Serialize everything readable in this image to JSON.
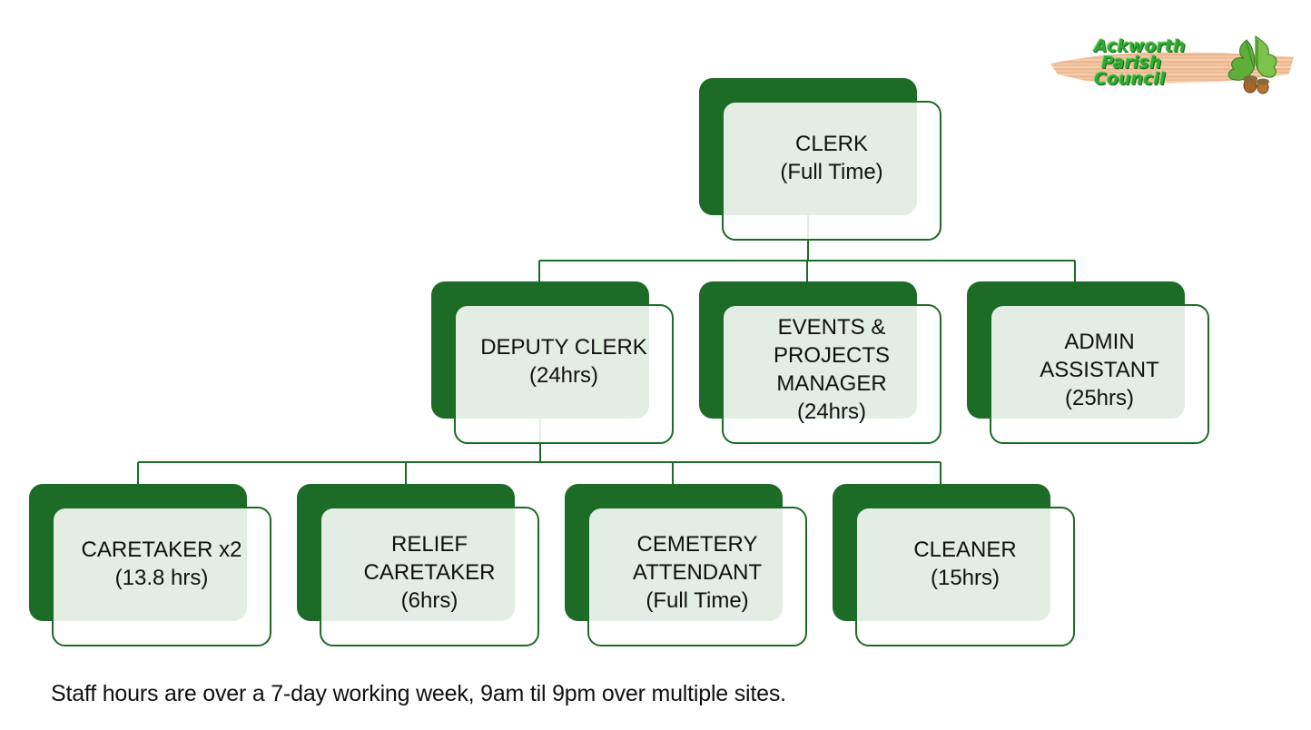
{
  "logo": {
    "lines": [
      "Ackworth",
      "Parish",
      "Council"
    ],
    "icon": "oak-leaf-acorn-icon"
  },
  "colors": {
    "node_dark": "#1c6b27",
    "node_light": "#e5efe7",
    "connector": "#1c6b27",
    "text": "#111111"
  },
  "org_chart": {
    "root": {
      "id": "clerk",
      "lines": [
        "CLERK",
        "(Full Time)"
      ]
    },
    "level2": [
      {
        "id": "deputy-clerk",
        "lines": [
          "DEPUTY CLERK",
          "(24hrs)"
        ]
      },
      {
        "id": "events-projects-manager",
        "lines": [
          "EVENTS &",
          "PROJECTS",
          "MANAGER",
          "(24hrs)"
        ]
      },
      {
        "id": "admin-assistant",
        "lines": [
          "ADMIN",
          "ASSISTANT",
          "(25hrs)"
        ]
      }
    ],
    "level3_parent": "deputy-clerk",
    "level3": [
      {
        "id": "caretaker",
        "lines": [
          "CARETAKER x2",
          "(13.8 hrs)"
        ]
      },
      {
        "id": "relief-caretaker",
        "lines": [
          "RELIEF",
          "CARETAKER",
          "(6hrs)"
        ]
      },
      {
        "id": "cemetery-attendant",
        "lines": [
          "CEMETERY",
          "ATTENDANT",
          "(Full Time)"
        ]
      },
      {
        "id": "cleaner",
        "lines": [
          "CLEANER",
          "(15hrs)"
        ]
      }
    ]
  },
  "footer": {
    "note": "Staff hours are over a 7-day working week, 9am til 9pm over multiple sites."
  }
}
